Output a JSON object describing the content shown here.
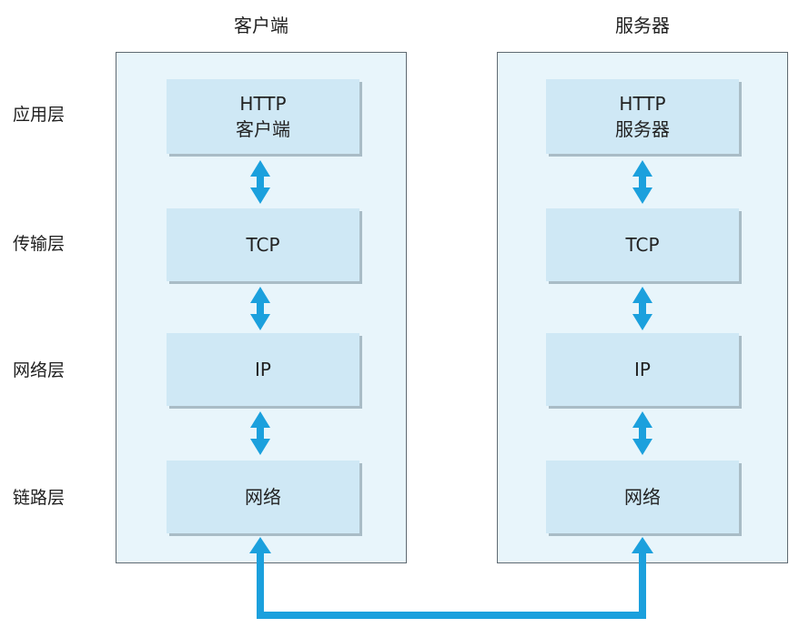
{
  "columns": {
    "client": {
      "title": "客户端",
      "layers": {
        "application": {
          "line1": "HTTP",
          "line2": "客户端"
        },
        "transport": {
          "label": "TCP"
        },
        "network": {
          "label": "IP"
        },
        "link": {
          "label": "网络"
        }
      }
    },
    "server": {
      "title": "服务器",
      "layers": {
        "application": {
          "line1": "HTTP",
          "line2": "服务器"
        },
        "transport": {
          "label": "TCP"
        },
        "network": {
          "label": "IP"
        },
        "link": {
          "label": "网络"
        }
      }
    }
  },
  "layer_labels": {
    "application": "应用层",
    "transport": "传输层",
    "network": "网络层",
    "link": "链路层"
  },
  "colors": {
    "panel_background": "#e8f5fb",
    "block_fill": "#cfe8f5",
    "arrow": "#1ba0dd"
  },
  "icons": {
    "vertical_double_arrow": "double-headed-arrow",
    "connection_line": "up-arrow-connector"
  }
}
